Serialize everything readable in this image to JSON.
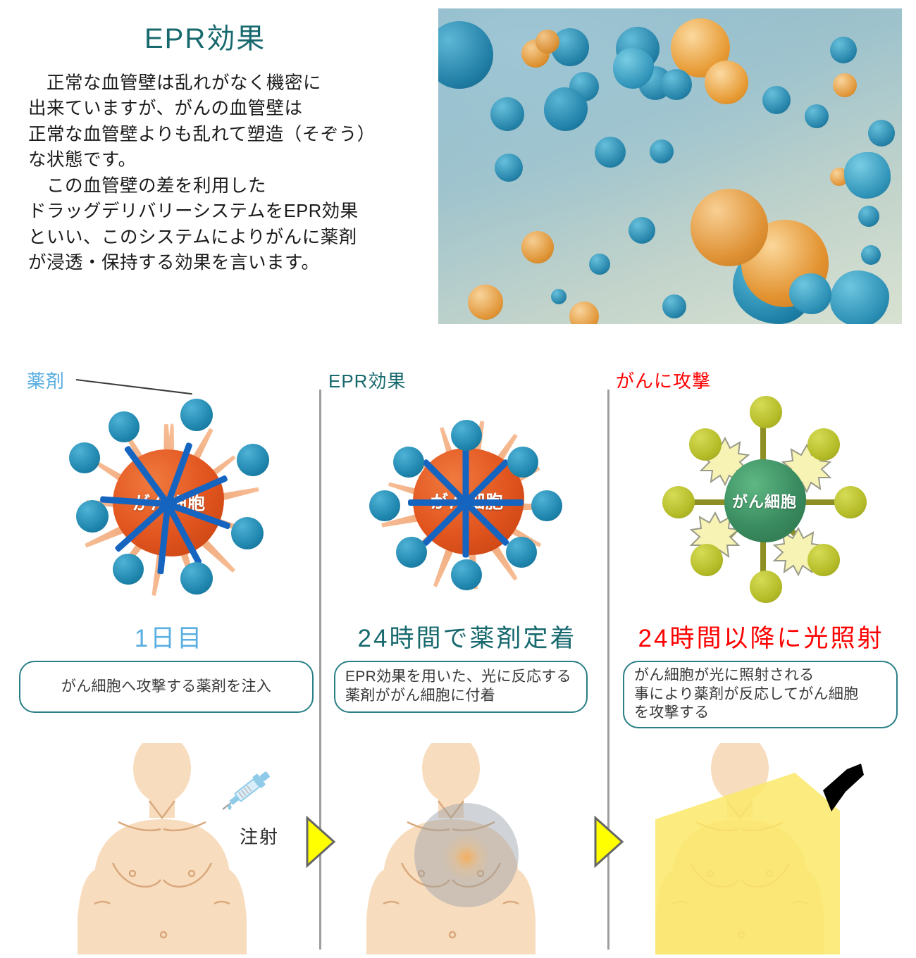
{
  "header": {
    "title": "EPR効果",
    "title_color": "#17696e",
    "body_paragraphs": [
      "正常な血管壁は乱れがなく機密に出来ていますが、がんの血管壁は正常な血管壁よりも乱れて塑造（そぞう）な状態です。",
      "この血管壁の差を利用したドラッグデリバリーシステムをEPR効果といい、このシステムによりがんに薬剤が浸透・保持する効果を言います。"
    ],
    "body_lines": [
      "　正常な血管壁は乱れがなく機密に",
      "出来ていますが、がんの血管壁は",
      "正常な血管壁よりも乱れて塑造（そぞう）",
      "な状態です。",
      "　この血管壁の差を利用した",
      "ドラッグデリバリーシステムをEPR効果",
      "といい、このシステムによりがんに薬剤",
      "が浸透・保持する効果を言います。"
    ]
  },
  "hero_image": {
    "alt": "がん細胞と薬剤ナノ粒子の顕微鏡イメージ",
    "background_colors": [
      "#86b4c6",
      "#9fc3cc",
      "#c3d4cb",
      "#d9e2d2"
    ],
    "cell_colors": {
      "blue": "#2e86ae",
      "light_blue": "#4aa7cc",
      "orange": "#e8922f",
      "light_orange": "#f0b775"
    }
  },
  "panels": [
    {
      "tag": "薬剤",
      "tag_color": "#5aaee0",
      "cell_label": "がん細胞",
      "cell_color": "#e2551f",
      "nano_color": "#1f86ae",
      "stem_color": "#1565c0",
      "stage_title": "1日目",
      "stage_title_color": "#5aaee0",
      "caption": "がん細胞へ攻撃する薬剤を注入",
      "body_note": "注射",
      "nano_count": 9
    },
    {
      "tag": "EPR効果",
      "tag_color": "#17696e",
      "cell_label": "がん細胞",
      "cell_color": "#e2551f",
      "nano_color": "#1f86ae",
      "stem_color": "#1565c0",
      "stage_title": "24時間で薬剤定着",
      "stage_title_color": "#17696e",
      "caption": "EPR効果を用いた、光に反応する\n薬剤ががん細胞に付着",
      "body_note": "",
      "nano_count": 8
    },
    {
      "tag": "がんに攻撃",
      "tag_color": "#fe0000",
      "cell_label": "がん細胞",
      "cell_color": "#3a8c60",
      "nano_color": "#b5bc28",
      "stem_color": "#8d8f25",
      "burst_color": "#f7f3b4",
      "stage_title": "24時間以降に光照射",
      "stage_title_color": "#fe0000",
      "caption": "がん細胞が光に照射される\n事により薬剤が反応してがん細胞\nを攻撃する",
      "body_note": "",
      "nano_count": 8
    }
  ],
  "bodies": {
    "skin_color": "#f8dcbe",
    "outline_color": "#d9a97d",
    "tumor_disc_color": "#96a0a8",
    "tumor_glow_color": "#ffaa46",
    "light_beam_color": "#fbe96a",
    "torch_color": "#000000",
    "syringe_color": "#8fcbe8",
    "injection_label": "注射"
  },
  "arrows": {
    "color": "#ffff00",
    "outline": "#666666",
    "count": 2
  }
}
